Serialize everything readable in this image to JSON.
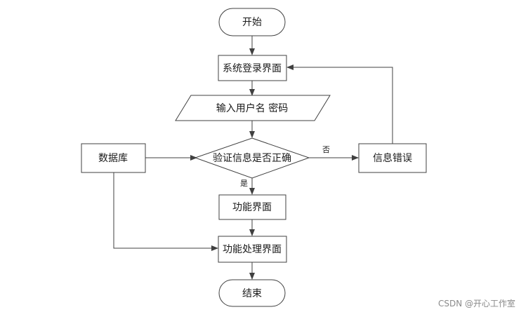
{
  "nodes": {
    "start": "开始",
    "login": "系统登录界面",
    "input": "输入用户名 密码",
    "database": "数据库",
    "verify": "验证信息是否正确",
    "error": "信息错误",
    "function_ui": "功能界面",
    "function_process": "功能处理界面",
    "end": "结束"
  },
  "edge_labels": {
    "no": "否",
    "yes": "是"
  },
  "watermark": "CSDN @开心工作室"
}
